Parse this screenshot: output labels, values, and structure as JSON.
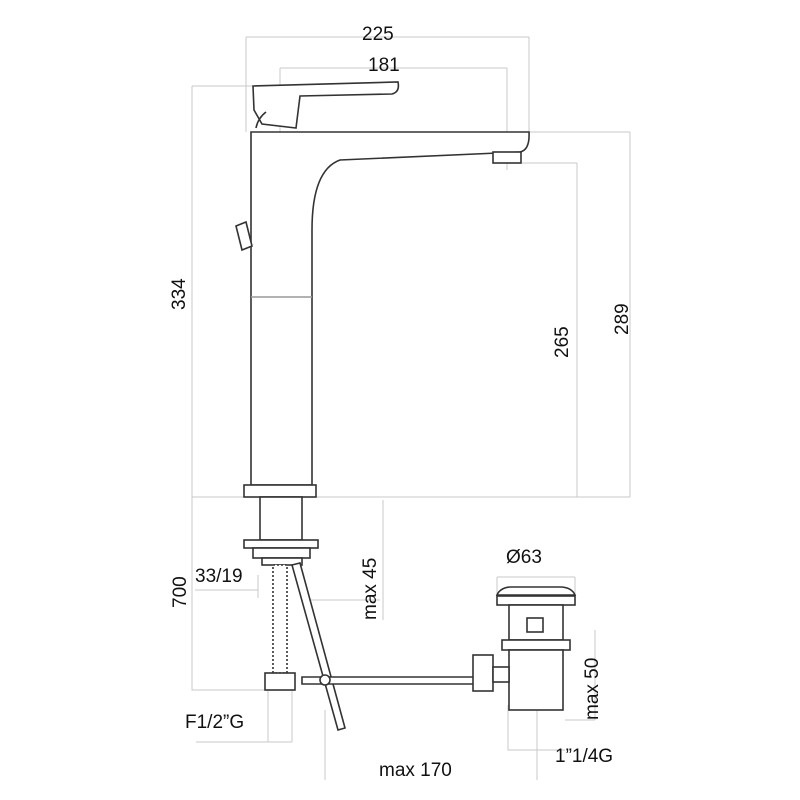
{
  "drawing": {
    "title": "Basin mixer technical drawing",
    "dimensions": {
      "overall_reach": "225",
      "spout_reach": "181",
      "total_height": "334",
      "spout_outlet_height": "265",
      "spout_top_height": "289",
      "hose_length": "700",
      "hole_diameter": "33/19",
      "max_deck_thickness": "max 45",
      "waste_diameter": "Ø63",
      "max_waste_thickness": "max 50",
      "inlet_thread": "F1/2”G",
      "waste_thread": "1”1/4G",
      "max_rod_distance": "max 170"
    }
  }
}
